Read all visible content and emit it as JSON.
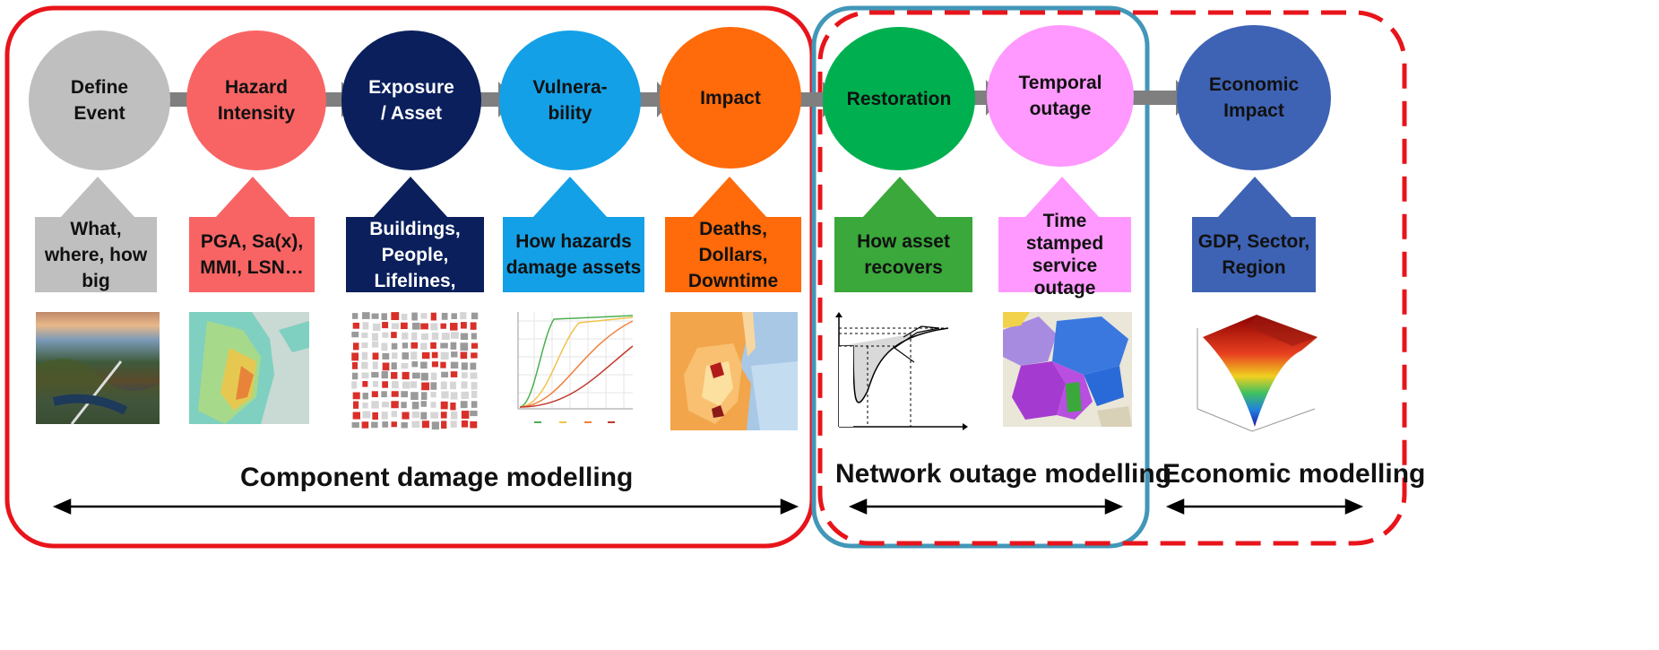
{
  "nodes": [
    {
      "id": "define-event",
      "label": "Define\nEvent",
      "color": "#bfbfbf",
      "text_color": "#111111"
    },
    {
      "id": "hazard-intensity",
      "label": "Hazard\nIntensity",
      "color": "#f86464",
      "text_color": "#111111"
    },
    {
      "id": "exposure-asset",
      "label": "Exposure\n/ Asset",
      "color": "#0a1f5c",
      "text_color": "#ffffff"
    },
    {
      "id": "vulnerability",
      "label": "Vulnera-\nbility",
      "color": "#14a0e6",
      "text_color": "#111111"
    },
    {
      "id": "impact",
      "label": "Impact",
      "color": "#ff6a0a",
      "text_color": "#111111"
    },
    {
      "id": "restoration",
      "label": "Restoration",
      "color": "#00b050",
      "text_color": "#111111"
    },
    {
      "id": "temporal-outage",
      "label": "Temporal\noutage",
      "color": "#ff99ff",
      "text_color": "#111111"
    },
    {
      "id": "economic-impact",
      "label": "Economic\nImpact",
      "color": "#3e63b5",
      "text_color": "#111111"
    }
  ],
  "inputs": [
    {
      "id": "what-where",
      "text": "What,\nwhere, how\nbig",
      "color": "#bfbfbf",
      "text_color": "#111111"
    },
    {
      "id": "pga",
      "text": "PGA, Sa(x),\nMMI, LSN…",
      "color": "#f86464",
      "text_color": "#111111"
    },
    {
      "id": "buildings",
      "text": "Buildings,\nPeople,\nLifelines,",
      "color": "#0a1f5c",
      "text_color": "#ffffff"
    },
    {
      "id": "how-hazards",
      "text": "How hazards\ndamage assets",
      "color": "#14a0e6",
      "text_color": "#111111"
    },
    {
      "id": "deaths",
      "text": "Deaths,\nDollars,\nDowntime",
      "color": "#ff6a0a",
      "text_color": "#111111"
    },
    {
      "id": "how-asset",
      "text": "How asset\nrecovers",
      "color": "#3aa83a",
      "text_color": "#111111"
    },
    {
      "id": "time-stamped",
      "text": "Time\nstamped\nservice\noutage",
      "color": "#ff99ff",
      "text_color": "#111111"
    },
    {
      "id": "gdp",
      "text": "GDP, Sector,\nRegion",
      "color": "#3e63b5",
      "text_color": "#111111"
    }
  ],
  "sections": {
    "component": "Component damage modelling",
    "network": "Network outage modelling",
    "economic": "Economic modelling"
  },
  "colors": {
    "component_border": "#e8141b",
    "network_border": "#4297b8",
    "economic_border": "#e8141b",
    "flow_arrow": "#7f7f7f",
    "span_arrow": "#000000"
  },
  "thumbnails": [
    {
      "id": "aerial-photo",
      "icon": "aerial-coast-photo"
    },
    {
      "id": "hazard-map",
      "icon": "hazard-intensity-map"
    },
    {
      "id": "building-map",
      "icon": "building-footprint-map"
    },
    {
      "id": "fragility-curves",
      "icon": "fragility-curves-chart"
    },
    {
      "id": "impact-map",
      "icon": "impact-choropleth-map"
    },
    {
      "id": "recovery-curve",
      "icon": "recovery-curve-chart"
    },
    {
      "id": "outage-map",
      "icon": "service-outage-map"
    },
    {
      "id": "economic-surface",
      "icon": "3d-surface-plot"
    }
  ]
}
